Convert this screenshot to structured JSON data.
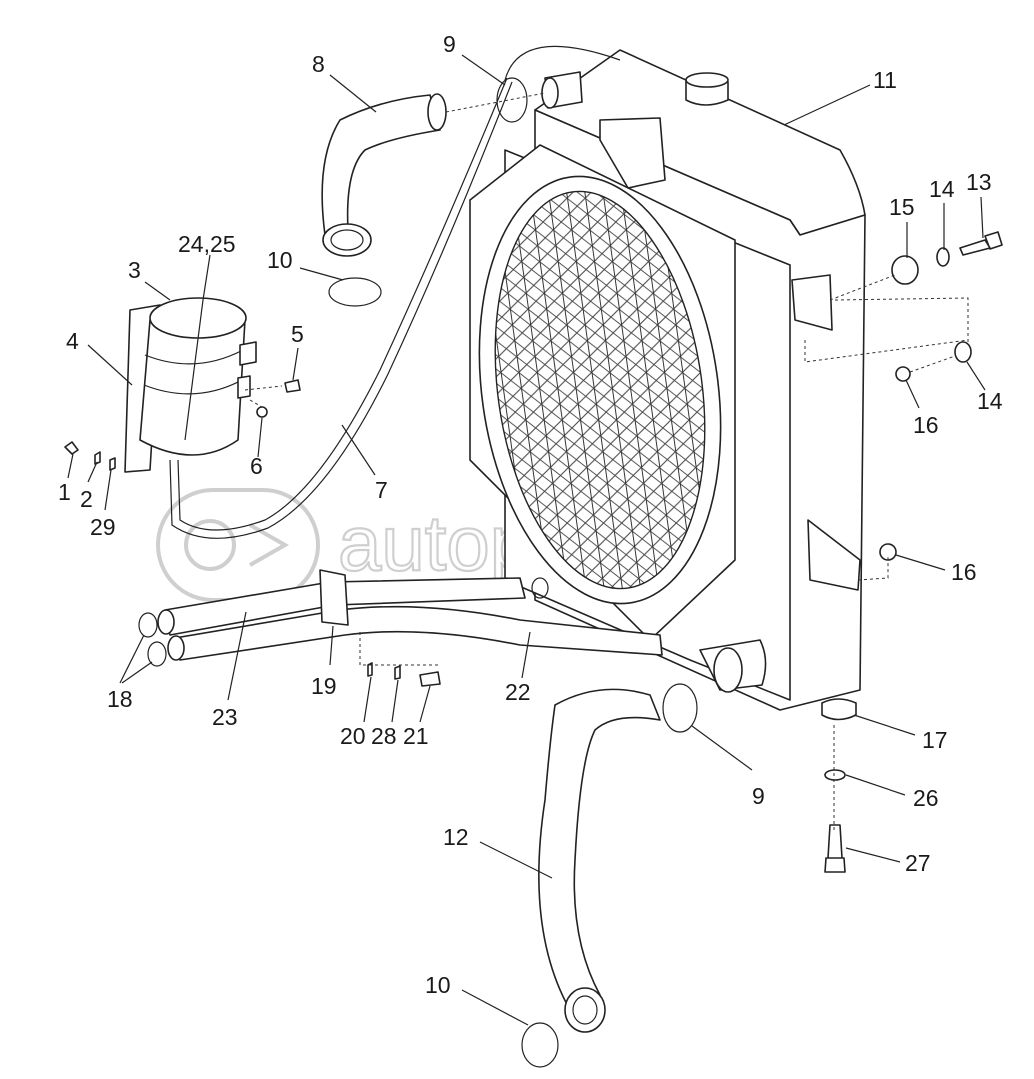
{
  "watermark": {
    "text": "autopiter.ru",
    "logo_icon": "autopiter-logo-icon"
  },
  "callouts": [
    "8",
    "9",
    "11",
    "10",
    "24,25",
    "3",
    "5",
    "4",
    "6",
    "15",
    "14",
    "13",
    "16",
    "14",
    "1",
    "2",
    "29",
    "7",
    "16",
    "18",
    "23",
    "19",
    "20",
    "28",
    "21",
    "22",
    "17",
    "9",
    "26",
    "12",
    "27",
    "10"
  ]
}
